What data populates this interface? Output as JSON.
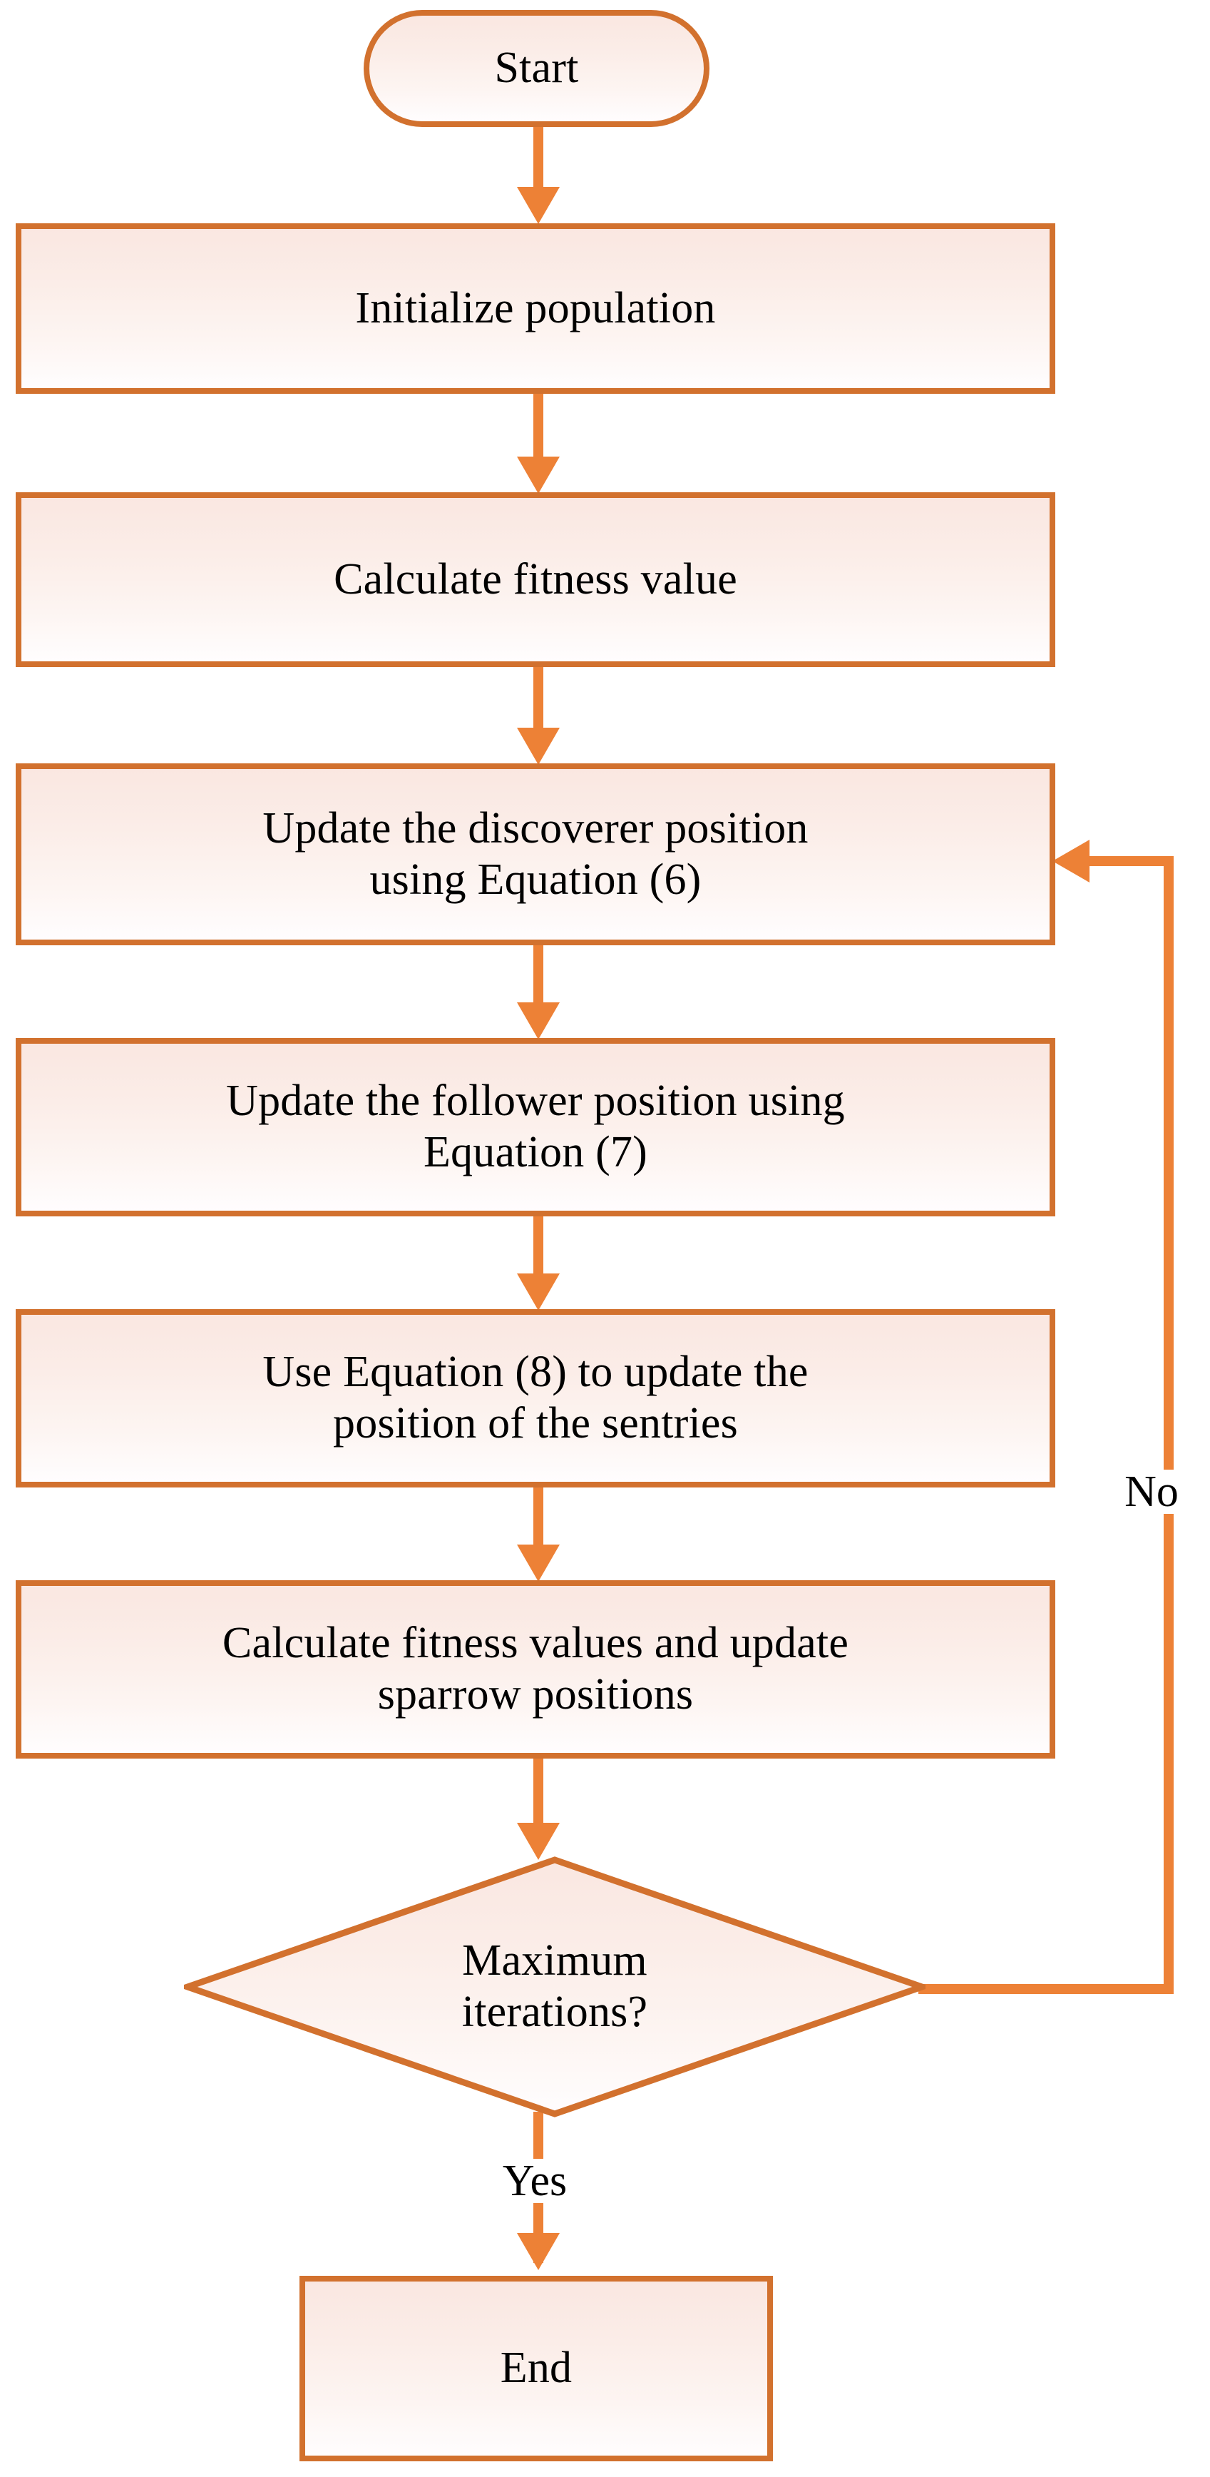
{
  "diagram": {
    "title": "Sparrow Search Algorithm flowchart",
    "colors": {
      "node_border": "#D2712E",
      "connector": "#ED8136",
      "node_fill_top": "#FAE7E1",
      "node_fill_bottom": "#FFFDFE",
      "text": "#000000",
      "background": "#FFFFFF"
    },
    "nodes": [
      {
        "id": "start",
        "shape": "terminator",
        "label": "Start"
      },
      {
        "id": "init",
        "shape": "process",
        "label": "Initialize population"
      },
      {
        "id": "fitness",
        "shape": "process",
        "label": "Calculate fitness value"
      },
      {
        "id": "discoverer",
        "shape": "process",
        "line1": "Update the discoverer position",
        "line2": "using Equation (6)"
      },
      {
        "id": "follower",
        "shape": "process",
        "line1": "Update the follower position using",
        "line2": "Equation (7)"
      },
      {
        "id": "sentries",
        "shape": "process",
        "line1": "Use Equation (8) to update the",
        "line2": "position of the sentries"
      },
      {
        "id": "update",
        "shape": "process",
        "line1": "Calculate fitness values and update",
        "line2": "sparrow positions"
      },
      {
        "id": "decision",
        "shape": "decision",
        "line1": "Maximum",
        "line2": "iterations?"
      },
      {
        "id": "end",
        "shape": "terminator-rect",
        "label": "End"
      }
    ],
    "edge_labels": {
      "no": "No",
      "yes": "Yes"
    }
  }
}
